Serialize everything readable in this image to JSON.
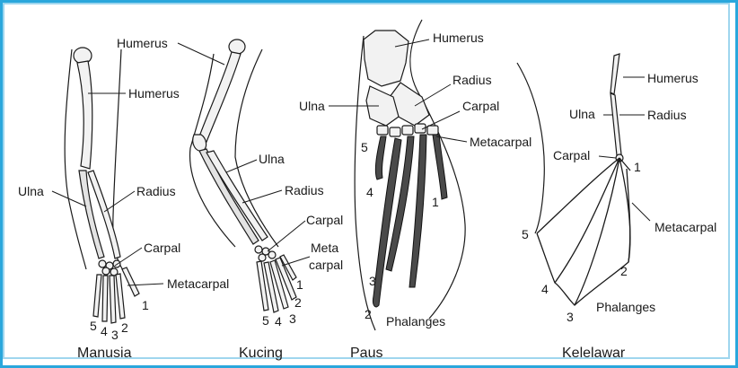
{
  "limbs": {
    "manusia": {
      "caption": "Manusia",
      "labels": {
        "humerus": "Humerus",
        "ulna": "Ulna",
        "radius": "Radius",
        "carpal": "Carpal",
        "metacarpal": "Metacarpal"
      },
      "digits": [
        "1",
        "2",
        "3",
        "4",
        "5"
      ]
    },
    "kucing": {
      "caption": "Kucing",
      "labels": {
        "humerus": "Humerus",
        "ulna": "Ulna",
        "radius": "Radius",
        "carpal": "Carpal",
        "meta_line1": "Meta",
        "meta_line2": "carpal"
      },
      "digits": [
        "1",
        "2",
        "3",
        "4",
        "5"
      ]
    },
    "paus": {
      "caption": "Paus",
      "labels": {
        "humerus": "Humerus",
        "radius": "Radius",
        "ulna": "Ulna",
        "carpal": "Carpal",
        "metacarpal": "Metacarpal",
        "phalanges": "Phalanges"
      },
      "digits": [
        "1",
        "2",
        "3",
        "4",
        "5"
      ]
    },
    "kelelawar": {
      "caption": "Kelelawar",
      "labels": {
        "humerus": "Humerus",
        "ulna": "Ulna",
        "radius": "Radius",
        "carpal": "Carpal",
        "metacarpal": "Metacarpal",
        "phalanges": "Phalanges"
      },
      "digits": [
        "1",
        "2",
        "3",
        "4",
        "5"
      ]
    }
  },
  "colors": {
    "frame_border": "#2aa7dc",
    "frame_inner": "#9fd6ee",
    "bone_fill": "#f2f2f2",
    "whale_digit_fill": "#4a4a4a"
  }
}
